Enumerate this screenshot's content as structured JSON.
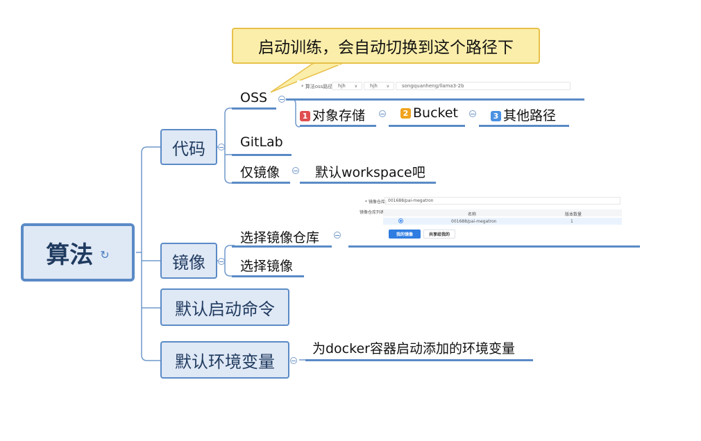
{
  "root": {
    "label": "算法",
    "icon": "refresh-icon"
  },
  "callout": "启动训练，会自动切换到这个路径下",
  "topics": [
    {
      "label": "代码",
      "children": [
        {
          "label": "OSS",
          "children": [
            {
              "index": "1",
              "badge_color": "#e04f4f",
              "label": "对象存储"
            },
            {
              "index": "2",
              "badge_color": "#f0a31e",
              "label": "Bucket"
            },
            {
              "index": "3",
              "badge_color": "#4a90e2",
              "label": "其他路径"
            }
          ]
        },
        {
          "label": "GitLab"
        },
        {
          "label": "仅镜像",
          "children": [
            {
              "label": "默认workspace吧"
            }
          ]
        }
      ]
    },
    {
      "label": "镜像",
      "children": [
        {
          "label": "选择镜像仓库"
        },
        {
          "label": "选择镜像"
        }
      ]
    },
    {
      "label": "默认启动命令"
    },
    {
      "label": "默认环境变量",
      "children": [
        {
          "label": "为docker容器启动添加的环境变量"
        }
      ]
    }
  ],
  "screenshot_oss": {
    "field_label": "* 算法oss路径:",
    "select1": "hjh",
    "select2": "hjh",
    "path": "songquanheng/llama3-2b"
  },
  "screenshot_image": {
    "repo_label": "* 镜像仓库:",
    "repo_value": "001688/pai-megatron",
    "list_label": "镜像仓库列表:",
    "col_name": "名称",
    "col_count": "版本数量",
    "row_name": "001688/pai-megatron",
    "row_count": "1",
    "btn_mine": "我的镜像",
    "btn_shared": "共享给我的"
  }
}
